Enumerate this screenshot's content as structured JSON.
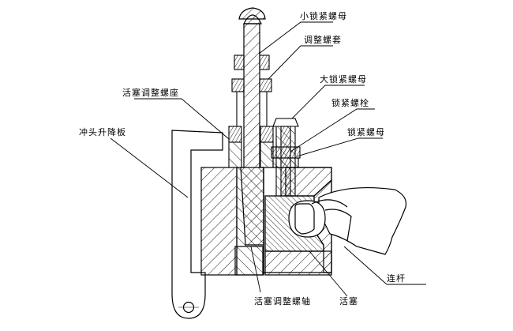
{
  "labels": {
    "small_lock_nut": "小锁紧螺母",
    "adjust_sleeve": "调整螺套",
    "large_lock_nut": "大锁紧螺母",
    "lock_bolt": "锁紧螺栓",
    "lock_nut": "锁紧螺母",
    "piston_adjust_seat": "活塞调整螺座",
    "punch_lift_plate": "冲头升降板",
    "connecting_rod": "连杆",
    "piston_adjust_shaft": "活塞调整螺轴",
    "piston": "活塞"
  }
}
